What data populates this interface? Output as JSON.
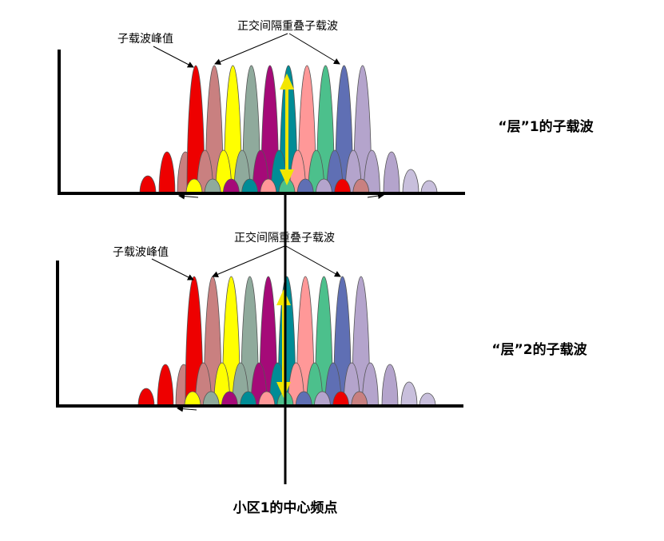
{
  "panels": [
    {
      "peak_label": "子载波峰值",
      "overlap_label": "正交间隔重叠子载波",
      "layer_label": "“层”1的子载波"
    },
    {
      "peak_label": "子载波峰值",
      "overlap_label": "正交间隔重叠子载波",
      "layer_label": "“层”2的子载波"
    }
  ],
  "center_label": "小区1的中心频点",
  "colors": {
    "axis": "#000000",
    "arrow": "#f2e600",
    "carriers": [
      "#ee0000",
      "#c98080",
      "#ffff00",
      "#8faa9c",
      "#a50a78",
      "#008c96",
      "#ff9898",
      "#4cc08c",
      "#5f6fb4",
      "#b4a4cc"
    ],
    "outer_left": [
      "#ee0000",
      "#c98080"
    ],
    "outer_right": [
      "#b4a4cc",
      "#c8bfdc"
    ]
  }
}
